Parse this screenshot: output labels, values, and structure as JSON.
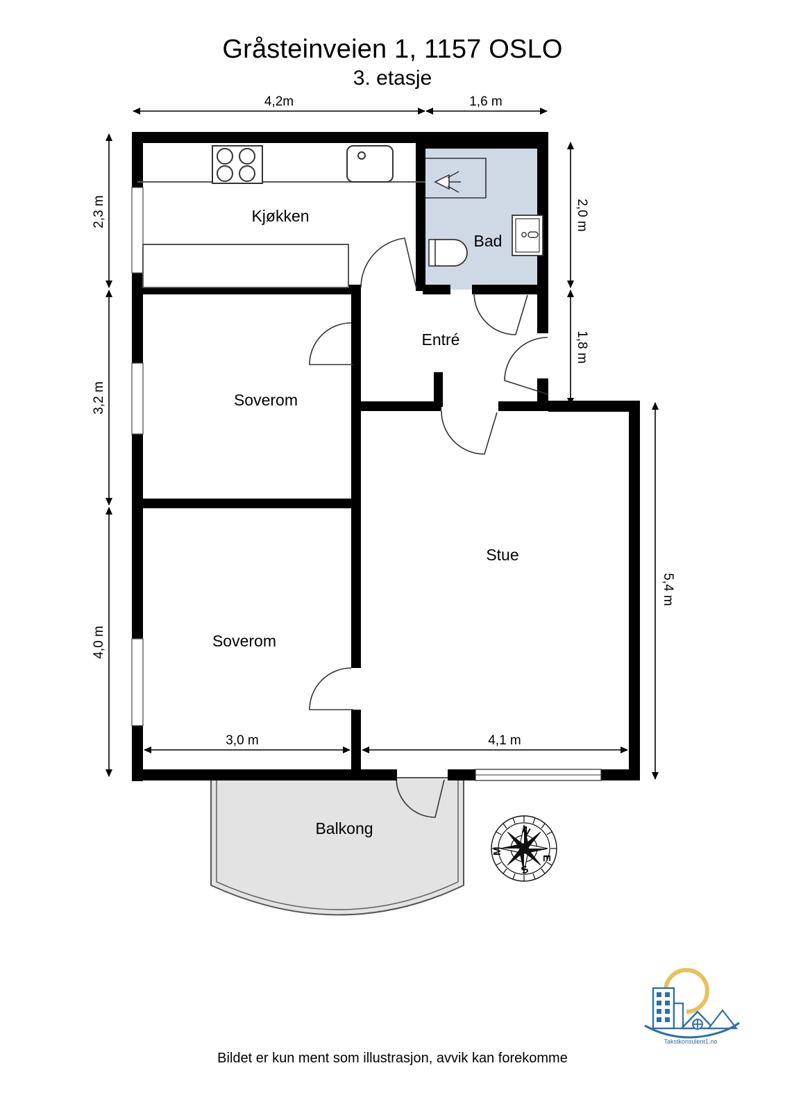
{
  "title": {
    "address": "Gråsteinveien 1, 1157 OSLO",
    "floor": "3. etasje"
  },
  "footer": {
    "disclaimer": "Bildet er kun ment som illustrasjon, avvik kan forekomme"
  },
  "logo": {
    "brand": "Takstkonsulent1.no"
  },
  "compass": {
    "north": "N",
    "east": "E",
    "south": "S",
    "west": "M"
  },
  "rooms": [
    {
      "name": "Kjøkken"
    },
    {
      "name": "Bad"
    },
    {
      "name": "Entré"
    },
    {
      "name": "Soverom"
    },
    {
      "name": "Soverom"
    },
    {
      "name": "Stue"
    },
    {
      "name": "Balkong"
    }
  ],
  "room_labels": {
    "kitchen": "Kjøkken",
    "bath": "Bad",
    "entry": "Entré",
    "bedroom_upper": "Soverom",
    "bedroom_lower": "Soverom",
    "living": "Stue",
    "balcony": "Balkong"
  },
  "dimensions": {
    "top_left": "4,2m",
    "top_right": "1,6 m",
    "left_top": "2,3 m",
    "left_middle": "3,2 m",
    "left_bottom": "4,0 m",
    "right_top": "2,0 m",
    "right_middle": "1,8 m",
    "right_far": "5,4 m",
    "bottom_left": "3,0 m",
    "bottom_right": "4,1 m"
  },
  "colors": {
    "wall": "#000000",
    "bath_fill": "#cfd9e6",
    "balcony_fill": "#e3e3e3",
    "background": "#ffffff",
    "logo_blue": "#2f6fa8",
    "logo_sun": "#e8c15a"
  }
}
